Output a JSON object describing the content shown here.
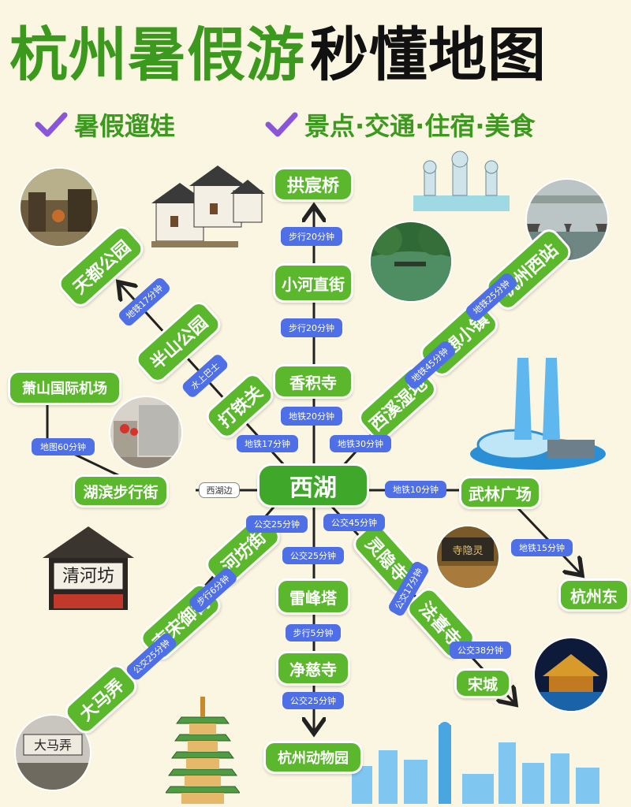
{
  "title": {
    "part1": "杭州暑假游",
    "part2": "秒懂地图"
  },
  "subtitle": {
    "left": "暑假遛娃",
    "right": "景点·交通·住宿·美食"
  },
  "center": "西湖",
  "nodes": {
    "gongchen": "拱宸桥",
    "xiaohe": "小河直街",
    "xiangji": "香积寺",
    "tiandu": "天都公园",
    "banshan": "半山公园",
    "datiefu": "打铁关",
    "xiaoshan": "萧山国际机场",
    "hubin": "湖滨步行街",
    "hangzhouxi": "杭州西站",
    "mengxiang": "梦想小镇",
    "xixi": "西溪湿地",
    "wulin": "武林广场",
    "hangzhoudong": "杭州东",
    "hefang": "河坊街",
    "nansong": "南宋御街",
    "damanong": "大马弄",
    "leifeng": "雷峰塔",
    "jingci": "净慈寺",
    "zoo": "杭州动物园",
    "lingyin": "灵隐寺",
    "faxi": "法喜寺",
    "songcheng": "宋城"
  },
  "badges": {
    "walk20a": "步行20分钟",
    "walk20b": "步行20分钟",
    "metro20": "地铁20分钟",
    "metro17a": "地铁17分钟",
    "boat": "水上巴士",
    "metro17b": "地铁17分钟",
    "metro60": "地图60分钟",
    "xihubian": "西湖边",
    "metro25": "地铁25分钟",
    "metro45": "地铁45分钟",
    "metro30": "地铁30分钟",
    "metro10": "地铁10分钟",
    "metro15": "地铁15分钟",
    "bus25a": "公交25分钟",
    "walk6": "步行6分钟",
    "bus25b": "公交25分钟",
    "bus25c": "公交25分钟",
    "walk5": "步行5分钟",
    "bus25d": "公交25分钟",
    "bus45": "公交45分钟",
    "bus17": "公交17分钟",
    "bus38": "公交38分钟"
  },
  "sign_qinghefang": "清河坊",
  "sign_temple": "寺隐灵",
  "sign_damanong": "大马弄",
  "colors": {
    "background": "#fbf6e1",
    "green": "#3b9a1e",
    "node_green": "#5bb72c",
    "badge_blue": "#4f6fe6",
    "check_purple": "#8b55d8"
  }
}
